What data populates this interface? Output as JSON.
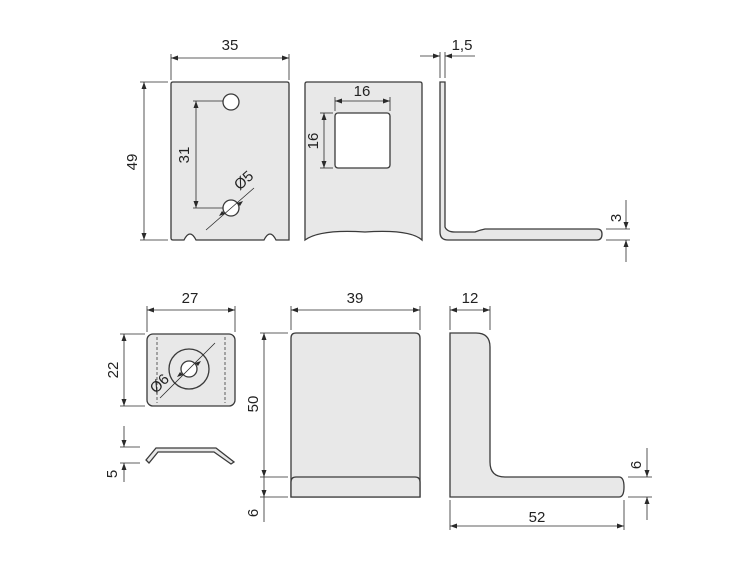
{
  "dimensions": {
    "top_front_width": "35",
    "top_front_height": "49",
    "hole_spacing": "31",
    "hole_diameter": "Ø5",
    "window_width": "16",
    "window_height": "16",
    "side_thickness": "1,5",
    "side_foot": "3",
    "plate_width": "27",
    "plate_height": "22",
    "plate_hole": "Ø6",
    "plate_depth": "5",
    "front_width": "39",
    "front_height": "50",
    "front_foot": "6",
    "side_top": "12",
    "side_length": "52",
    "side_foot_height": "6"
  },
  "colors": {
    "part_fill": "#e8e8e8",
    "outline": "#3a3a3a"
  }
}
